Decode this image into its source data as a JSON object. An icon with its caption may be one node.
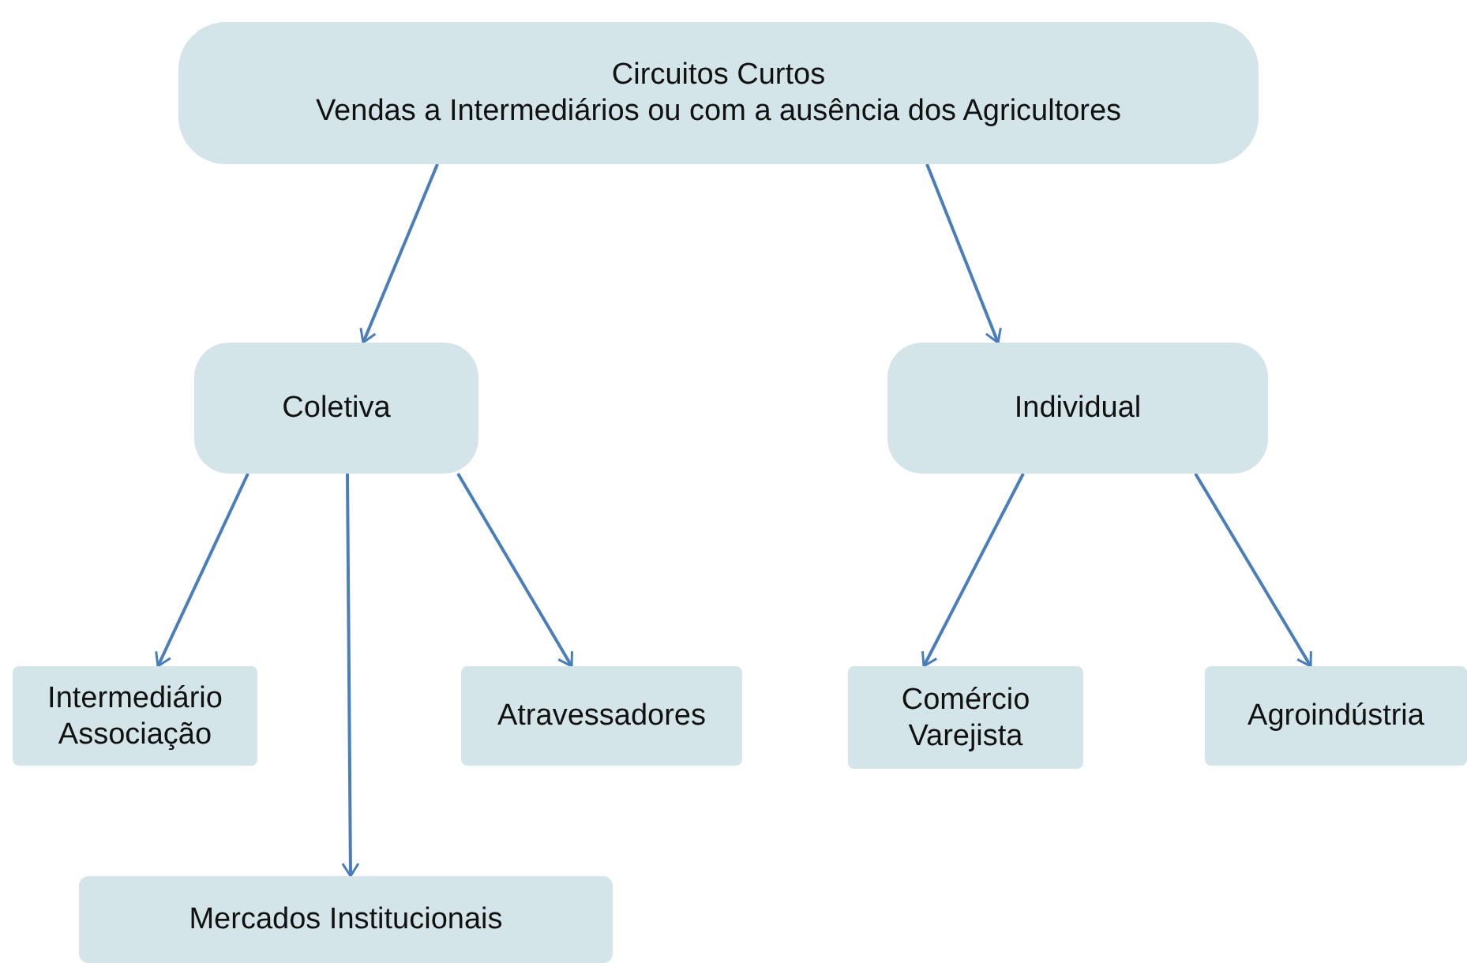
{
  "diagram": {
    "nodes": [
      {
        "text": [
          "Circuitos Curtos",
          "Vendas a Intermediários ou com a ausência dos Agricultores"
        ]
      },
      {
        "text": [
          "Coletiva"
        ]
      },
      {
        "text": [
          "Individual"
        ]
      },
      {
        "text": [
          "Intermediário Associação"
        ]
      },
      {
        "text": [
          "Atravessadores"
        ]
      },
      {
        "text": [
          "Comércio Varejista"
        ]
      },
      {
        "text": [
          "Agroindústria"
        ]
      },
      {
        "text": [
          "Mercados Institucionais"
        ]
      }
    ],
    "edges": [
      {
        "from": 0,
        "to": 1,
        "arrow": "to"
      },
      {
        "from": 0,
        "to": 2,
        "arrow": "to"
      },
      {
        "from": 1,
        "to": 3,
        "arrow": "to"
      },
      {
        "from": 1,
        "to": 7,
        "arrow": "to"
      },
      {
        "from": 1,
        "to": 4,
        "arrow": "to"
      },
      {
        "from": 2,
        "to": 5,
        "arrow": "to"
      },
      {
        "from": 2,
        "to": 6,
        "arrow": "to"
      }
    ]
  }
}
